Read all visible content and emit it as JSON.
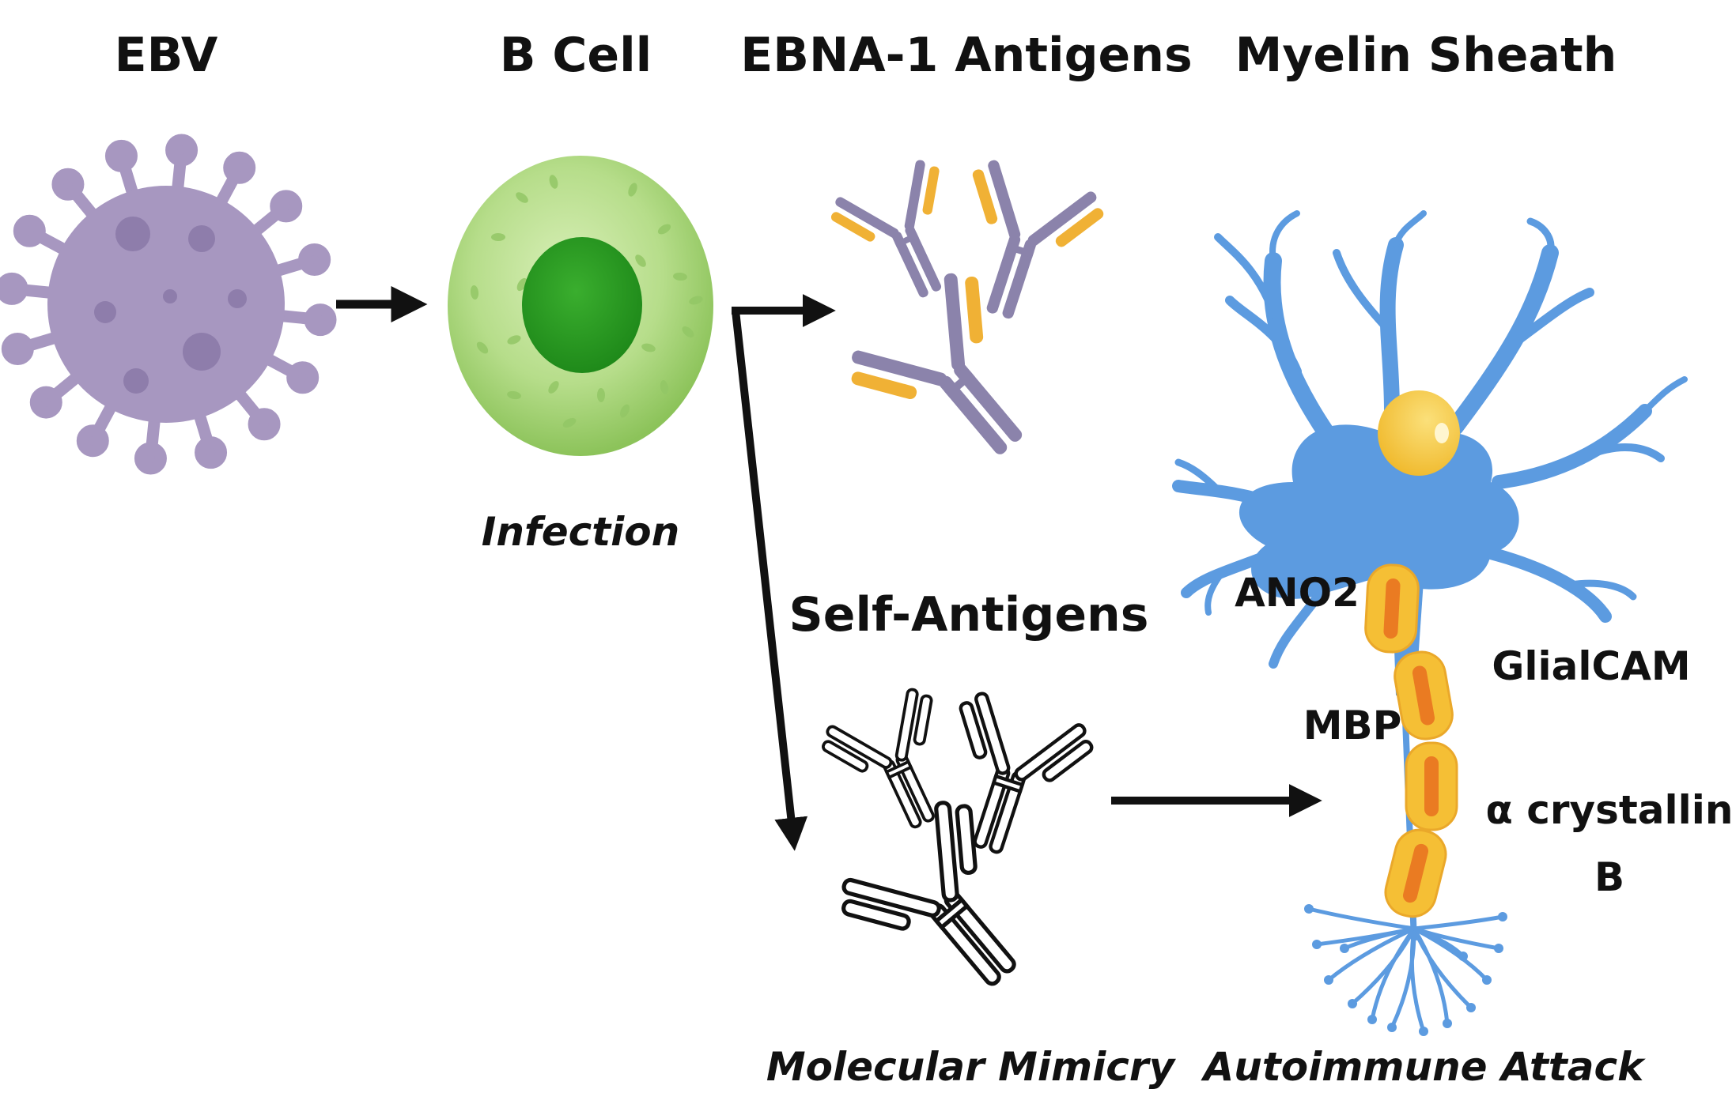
{
  "headings": {
    "ebv": "EBV",
    "b_cell": "B Cell",
    "ebna1": "EBNA-1 Antigens",
    "myelin": "Myelin Sheath"
  },
  "captions": {
    "infection": "Infection",
    "self_antigens": "Self-Antigens",
    "molecular_mimicry": "Molecular Mimicry",
    "autoimmune_attack": "Autoimmune Attack"
  },
  "proteins": {
    "ano2": "ANO2",
    "glialcam": "GlialCAM",
    "mbp": "MBP",
    "crystallin_line1": "α crystallin",
    "crystallin_line2": "B"
  },
  "colors": {
    "virus": "#a797c0",
    "virus_dark": "#8e7dab",
    "cell_outer": "#9ccc6a",
    "cell_nucleus": "#2e9a26",
    "antibody_purple": "#8b83ab",
    "antibody_orange": "#f0b135",
    "neuron_blue": "#5c9be0",
    "myelin_yellow": "#f5bf35",
    "myelin_orange": "#ea7b22",
    "arrow": "#111111"
  }
}
